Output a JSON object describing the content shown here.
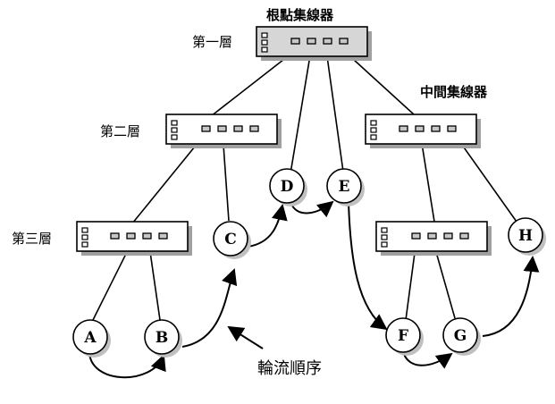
{
  "labels": {
    "root_hub": "根點集線器",
    "intermediate_hub": "中間集線器",
    "layer1": "第一層",
    "layer2": "第二層",
    "layer3": "第三層",
    "rotation_order": "輪流順序"
  },
  "colors": {
    "root_hub_fill": "#d6d6d6",
    "hub_fill": "#ffffff",
    "port_fill": "#c8c8c8",
    "shadow": "#a0a0a0",
    "node_shadow": "#c0c0c0",
    "line": "#000000"
  },
  "hubs": [
    {
      "id": "root",
      "layer": 1,
      "ports": 4,
      "status_leds": 3
    },
    {
      "id": "layer2-left",
      "layer": 2,
      "ports": 4,
      "status_leds": 3
    },
    {
      "id": "layer2-right",
      "layer": 2,
      "ports": 4,
      "status_leds": 3
    },
    {
      "id": "layer3-left",
      "layer": 3,
      "ports": 4,
      "status_leds": 3
    },
    {
      "id": "layer3-right",
      "layer": 3,
      "ports": 4,
      "status_leds": 3
    }
  ],
  "nodes": [
    {
      "id": "A",
      "label": "A"
    },
    {
      "id": "B",
      "label": "B"
    },
    {
      "id": "C",
      "label": "C"
    },
    {
      "id": "D",
      "label": "D"
    },
    {
      "id": "E",
      "label": "E"
    },
    {
      "id": "F",
      "label": "F"
    },
    {
      "id": "G",
      "label": "G"
    },
    {
      "id": "H",
      "label": "H"
    }
  ],
  "round_robin_order": [
    "A",
    "B",
    "C",
    "D",
    "E",
    "F",
    "G",
    "H"
  ]
}
